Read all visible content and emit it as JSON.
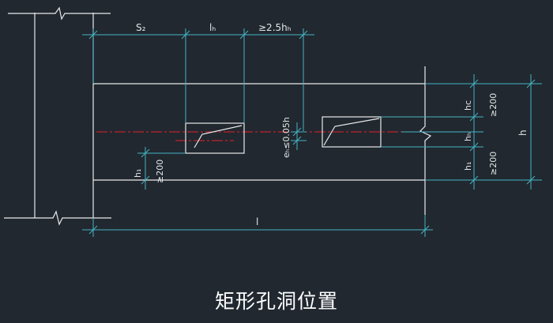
{
  "title": "矩形孔洞位置",
  "labels": {
    "s2": "S₂",
    "lh": "lₕ",
    "spacing": "≥2.5hₕ",
    "l": "l",
    "h": "h",
    "hc": "hc",
    "hh": "hₕ",
    "h1_right": "h₁",
    "h1_left": "h₁",
    "min200_left": "≥200",
    "min200_r1": "≥200",
    "min200_r2": "≥200",
    "eccentricity": "eₕ≤0.05h"
  },
  "colors": {
    "background": "#212830",
    "linework": "#e9e9e9",
    "dimension": "#45b3c2",
    "centerline": "#e5212a",
    "text": "#e2e6e6"
  }
}
